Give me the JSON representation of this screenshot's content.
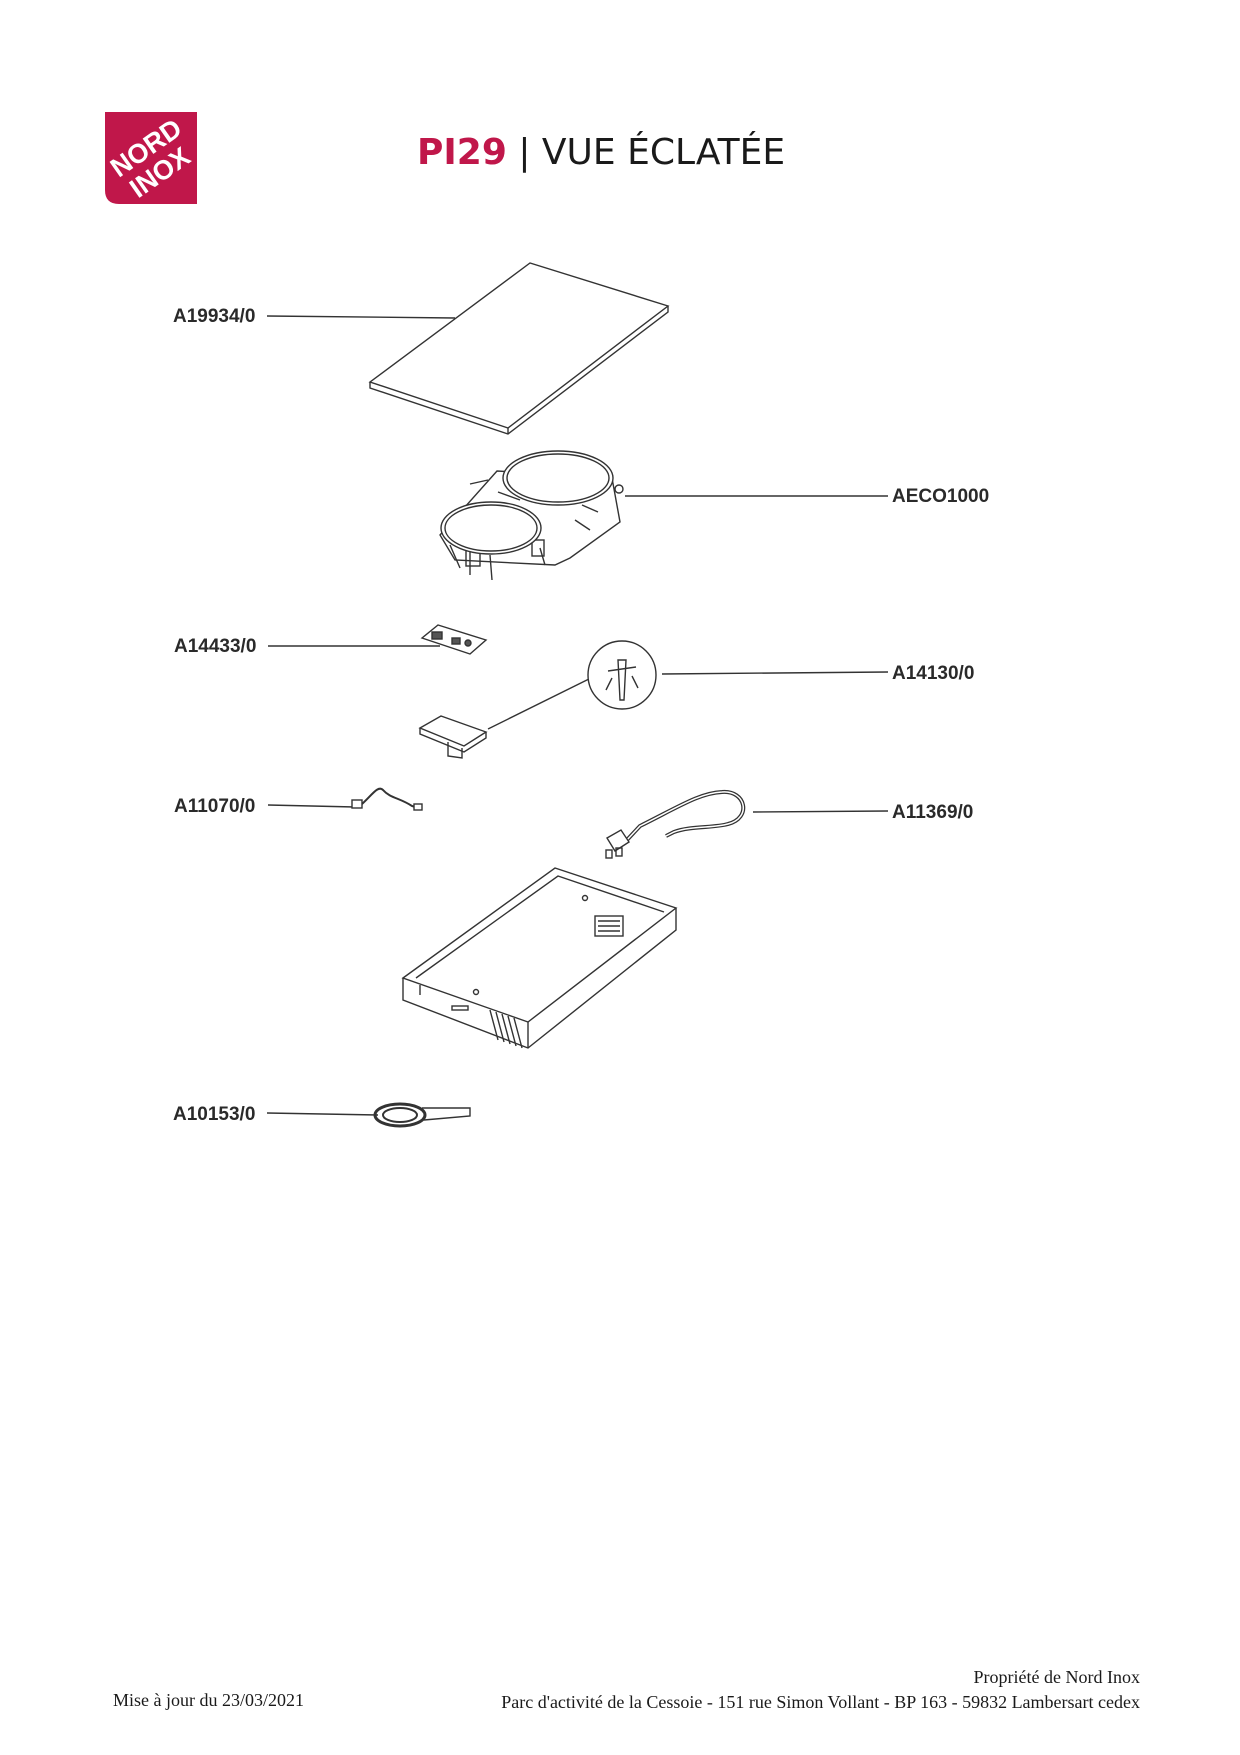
{
  "header": {
    "model": "PI29",
    "separator": " | ",
    "title": "VUE ÉCLATÉE"
  },
  "logo": {
    "line1": "NORD",
    "line2": "INOX",
    "color": "#c0174a"
  },
  "parts": [
    {
      "ref": "A19934/0"
    },
    {
      "ref": "AECO1000"
    },
    {
      "ref": "A14433/0"
    },
    {
      "ref": "A14130/0"
    },
    {
      "ref": "A11070/0"
    },
    {
      "ref": "A11369/0"
    },
    {
      "ref": "A10153/0"
    }
  ],
  "footer": {
    "update": "Mise à jour du 23/03/2021",
    "owner": "Propriété de Nord Inox",
    "address": "Parc d'activité de la Cessoie - 151 rue Simon Vollant - BP 163 - 59832 Lambersart cedex"
  }
}
